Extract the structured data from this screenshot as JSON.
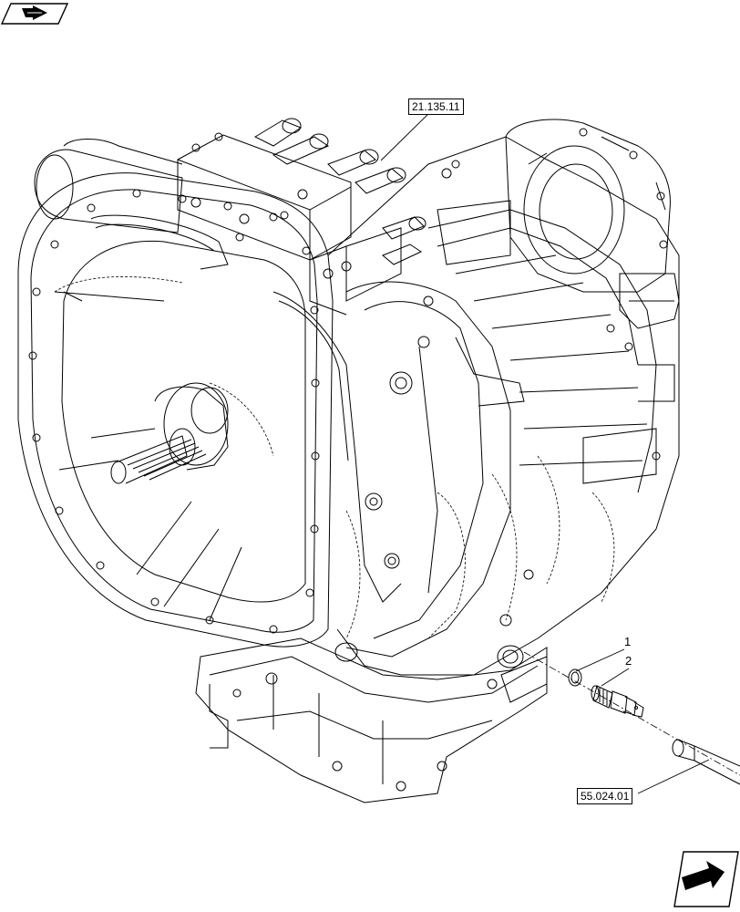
{
  "references": {
    "top": "21.135.11",
    "bottom": "55.024.01"
  },
  "items": {
    "item1": "1",
    "item2": "2"
  },
  "icons": {
    "top_left": "back-arrow-icon",
    "bottom_right": "next-arrow-icon"
  }
}
